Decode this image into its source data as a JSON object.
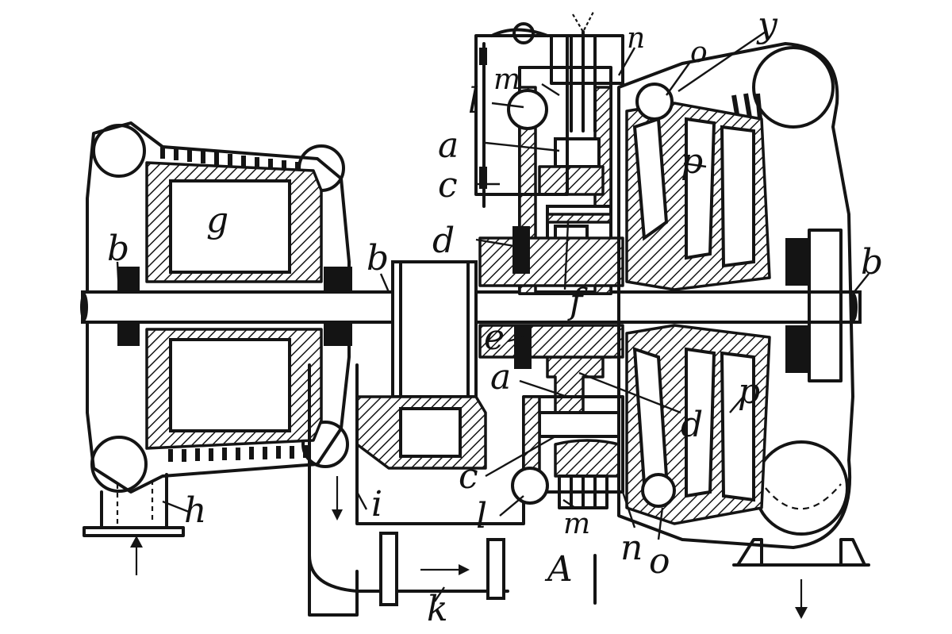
{
  "labels": {
    "a_top": "a",
    "a_bottom": "a",
    "b_left": "b",
    "b_mid": "b",
    "b_right": "b",
    "c_top": "c",
    "c_bottom": "c",
    "d_top": "d",
    "d_bottom": "d",
    "e": "e",
    "f": "f",
    "g": "g",
    "h": "h",
    "i": "i",
    "k": "k",
    "l_top": "l",
    "l_bottom": "l",
    "m_top": "m",
    "m_bottom": "m",
    "n_top": "n",
    "n_bottom": "n",
    "o_top": "o",
    "o_bottom": "o",
    "y": "y",
    "p_top": "p",
    "p_bottom": "p",
    "A": "A"
  }
}
